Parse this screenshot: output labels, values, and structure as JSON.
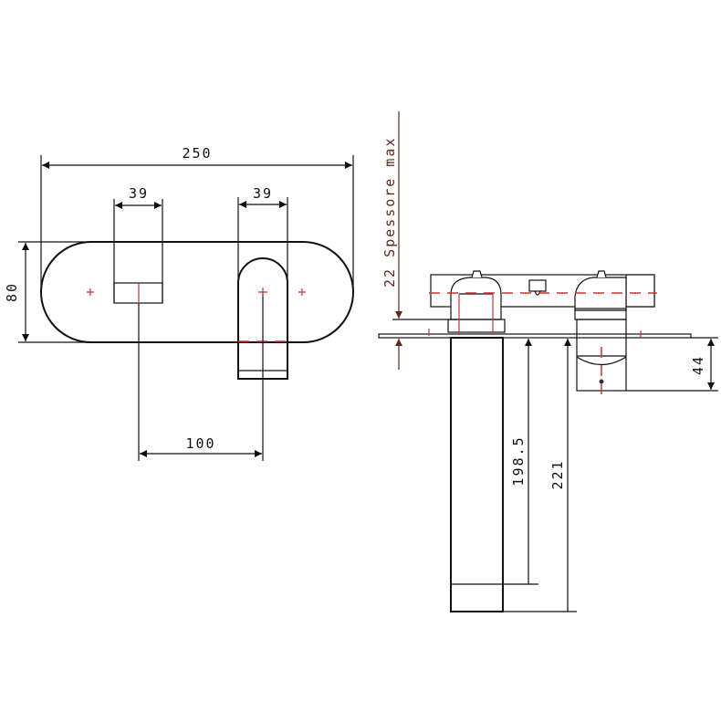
{
  "front_view": {
    "width_label": "250",
    "handle_width_label": "39",
    "spout_width_label": "39",
    "height_label": "80",
    "center_distance_label": "100"
  },
  "side_view": {
    "thickness_label": "22 Spessore max",
    "spout_depth_label": "198.5",
    "total_depth_label": "221",
    "handle_depth_label": "44"
  },
  "colors": {
    "line": "#111111",
    "centerline": "#d03030",
    "accent_dimension": "#5a2a1f"
  }
}
